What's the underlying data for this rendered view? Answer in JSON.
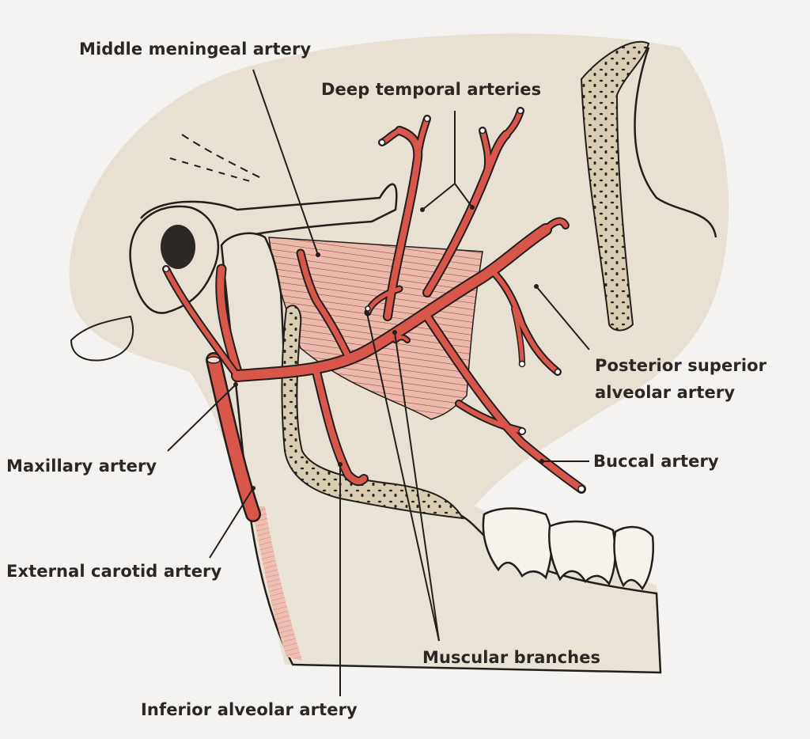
{
  "figure": {
    "labels": {
      "middle_meningeal": "Middle meningeal artery",
      "deep_temporal": "Deep temporal arteries",
      "posterior_superior_line1": "Posterior superior",
      "posterior_superior_line2": "alveolar artery",
      "buccal": "Buccal artery",
      "maxillary": "Maxillary artery",
      "external_carotid": "External carotid artery",
      "muscular": "Muscular branches",
      "inferior_alveolar": "Inferior alveolar artery"
    },
    "colors": {
      "background": "#f4f3f1",
      "skull": "#e6dfd2",
      "artery": "#d9564a",
      "muscle": "#eab2a6",
      "outline": "#231f1c"
    }
  }
}
